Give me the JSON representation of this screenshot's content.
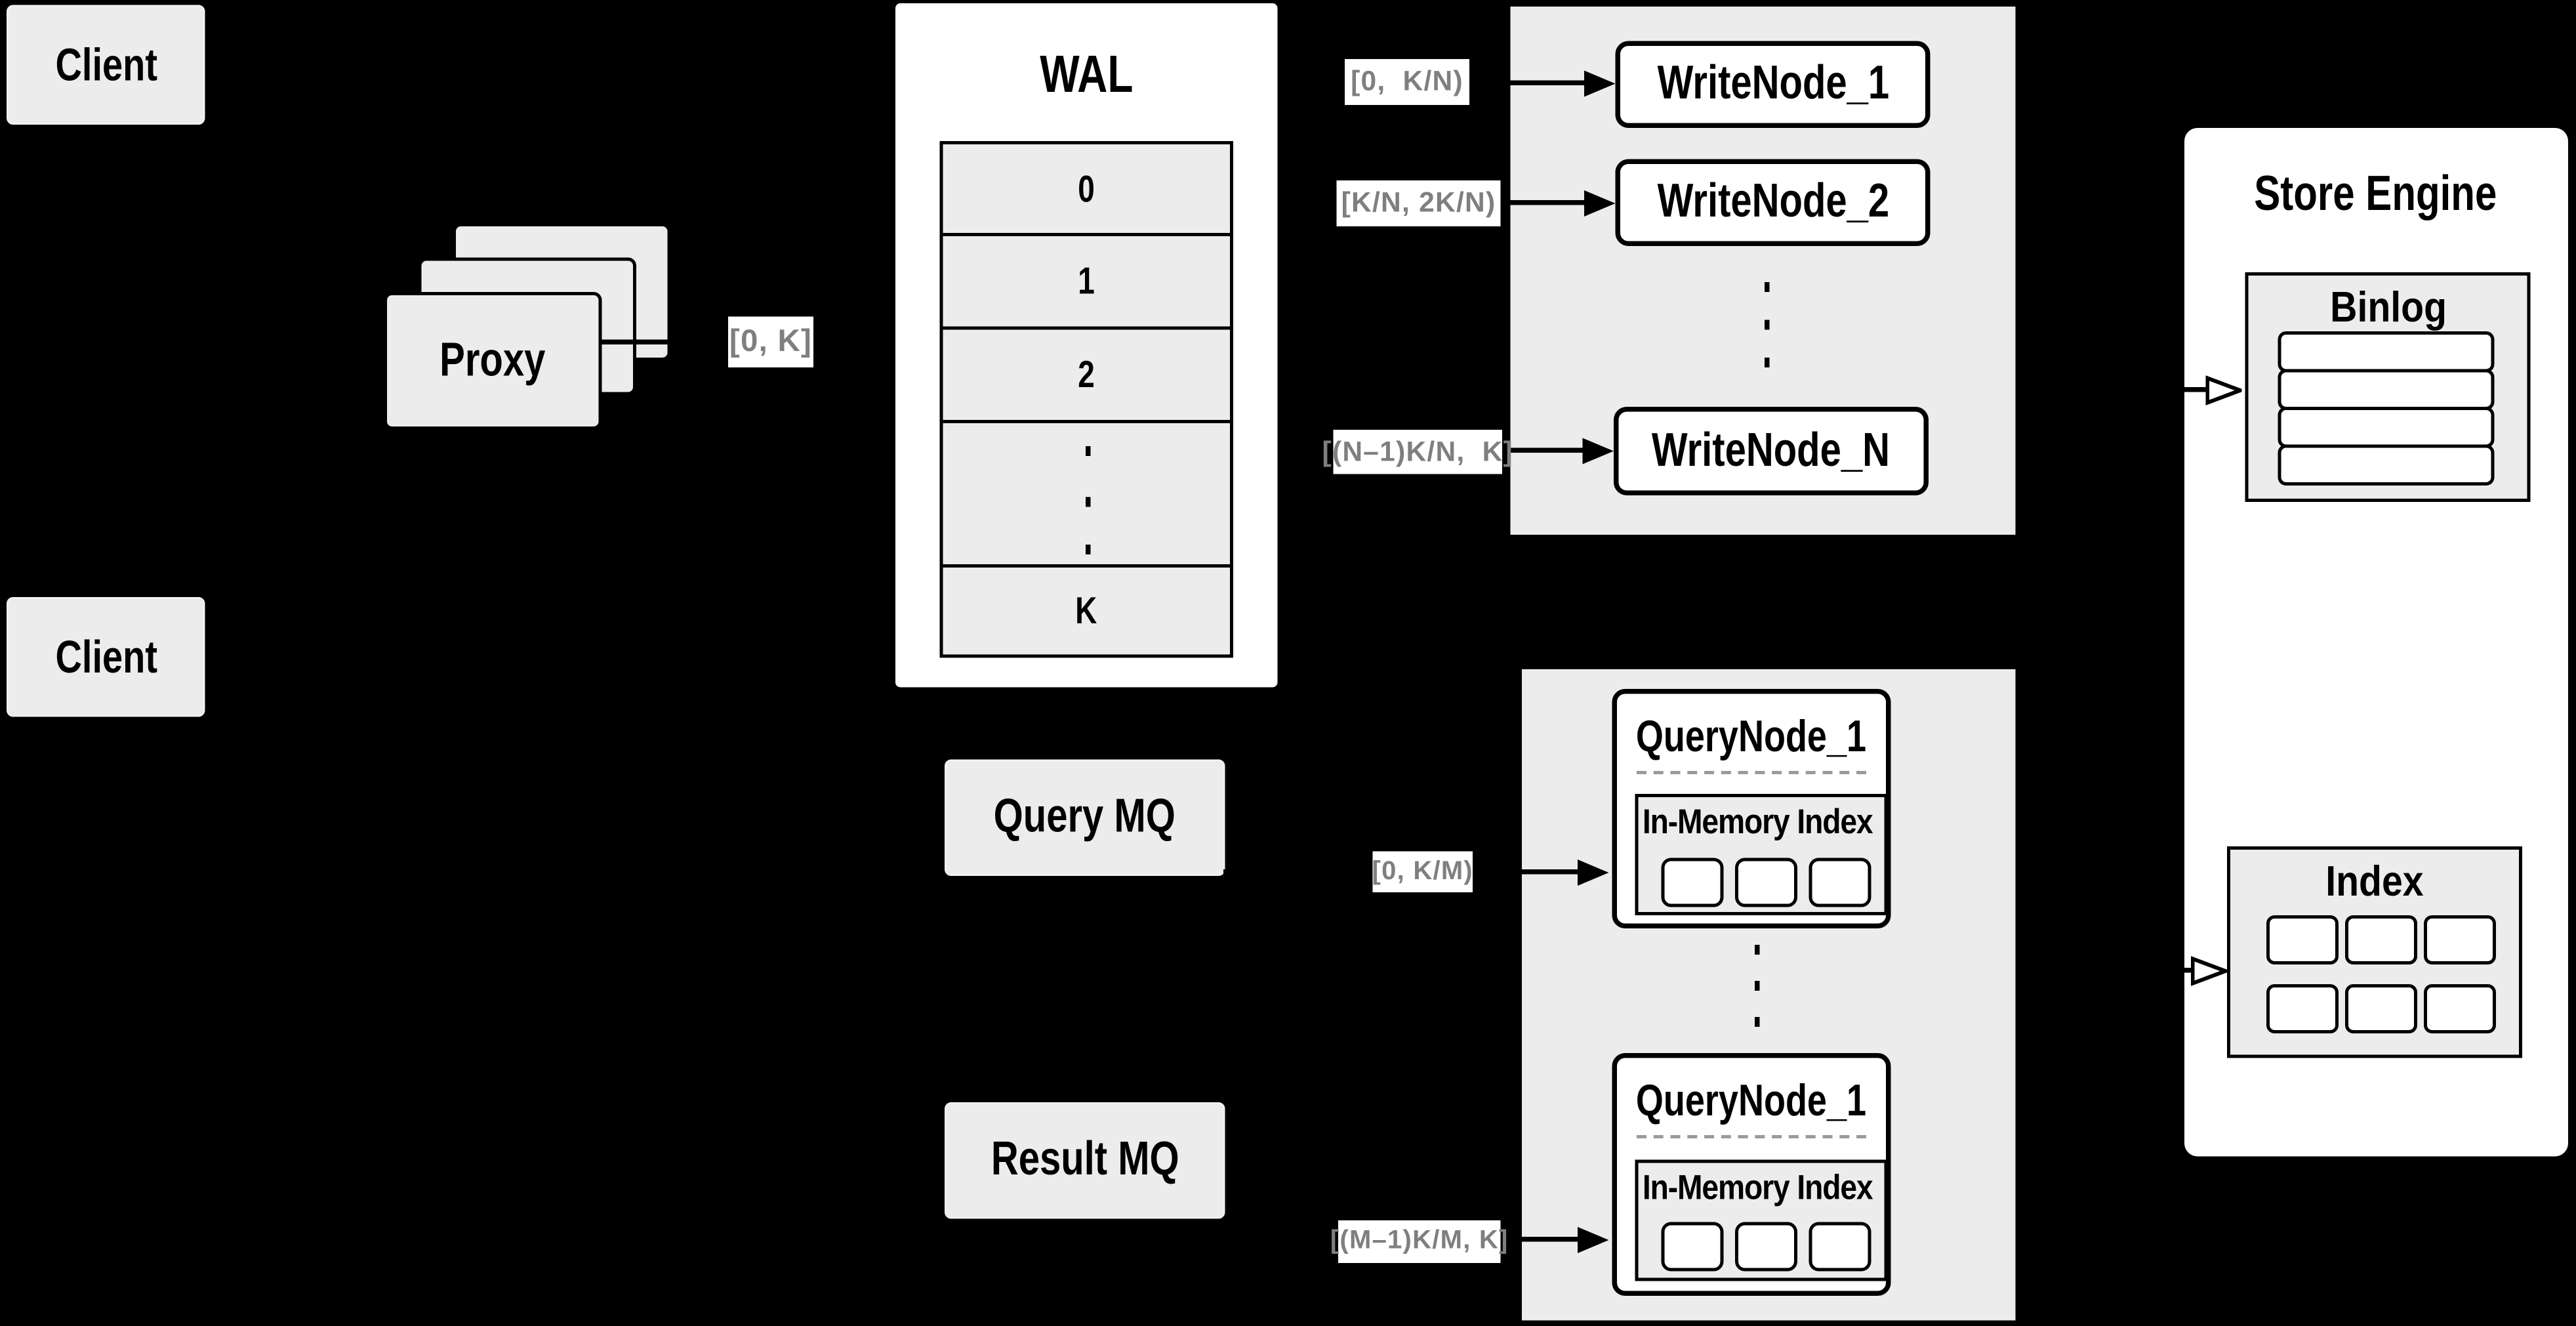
{
  "background": "#000000",
  "colors": {
    "panel_gray": "#ececec",
    "node_white": "#ffffff",
    "line_black": "#000000",
    "chip_bg": "#ffffff",
    "chip_text": "#7f7f7f",
    "dashed_separator": "#9a9a9a"
  },
  "clients": [
    {
      "label": "Client"
    },
    {
      "label": "Client"
    }
  ],
  "proxy": {
    "label": "Proxy",
    "stack_count": 3
  },
  "wal": {
    "title": "WAL",
    "rows": [
      "0",
      "1",
      "2"
    ],
    "last_row": "K",
    "has_ellipsis": true
  },
  "range_labels": {
    "proxy_to_wal": "[0, K]",
    "wal_to_writenode1": "[0,  K/N)",
    "wal_to_writenode2": "[K/N, 2K/N)",
    "wal_to_writenodeN": "[(N–1)K/N,  K]",
    "querymq_to_querynode1": "[0, K/M)",
    "resultmq_to_querynode2": "[(M–1)K/M, K]"
  },
  "write_group": {
    "nodes": [
      "WriteNode_1",
      "WriteNode_2",
      "WriteNode_N"
    ],
    "has_ellipsis": true
  },
  "query_mq": {
    "label": "Query MQ"
  },
  "result_mq": {
    "label": "Result MQ"
  },
  "query_group": {
    "nodes": [
      {
        "title": "QueryNode_1",
        "inner_title": "In-Memory Index",
        "segment_count": 3
      },
      {
        "title": "QueryNode_1",
        "inner_title": "In-Memory Index",
        "segment_count": 3
      }
    ],
    "has_ellipsis": true
  },
  "store_engine": {
    "title": "Store Engine",
    "binlog": {
      "title": "Binlog",
      "row_count": 4
    },
    "index": {
      "title": "Index",
      "cell_count": 6
    }
  }
}
